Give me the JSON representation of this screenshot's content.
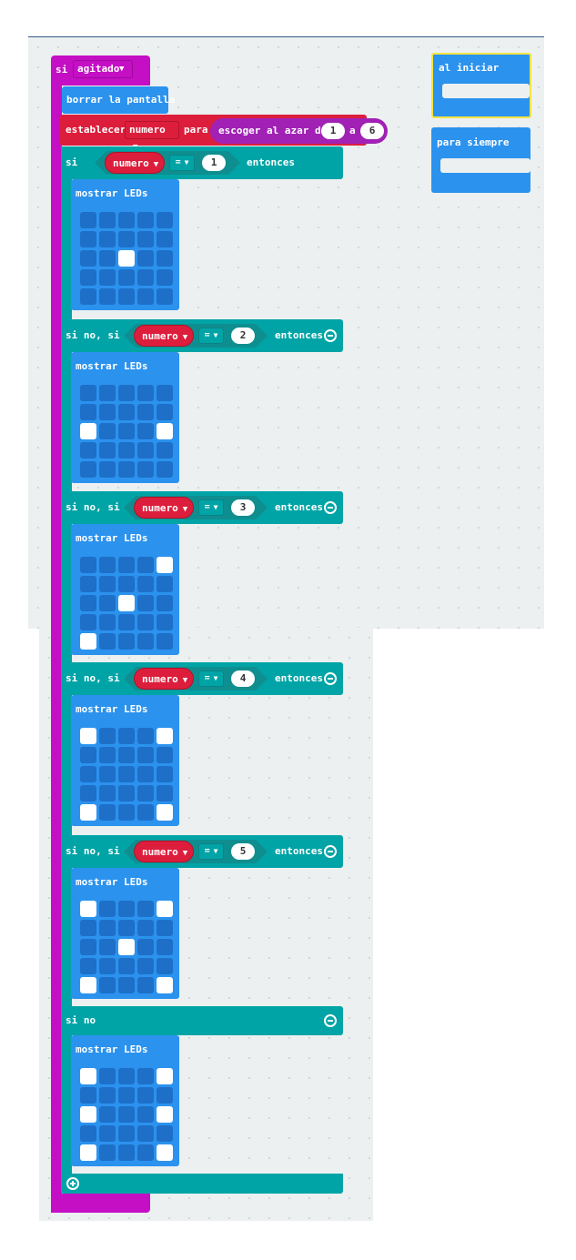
{
  "colors": {
    "input_category": "#c40fc4",
    "basic_category": "#2b92ee",
    "logic_category": "#00a4a6",
    "variables_category": "#dc1e3c",
    "math_category": "#a021b4",
    "workspace": "#ecf0f1",
    "led_on": "#ffffff",
    "led_off": "#1e6fc8"
  },
  "event": {
    "label": "si",
    "dropdown": "agitado"
  },
  "clear_screen": "borrar la pantalla",
  "set_var": {
    "label": "establecer",
    "variable": "numero",
    "to": "para",
    "random_label": "escoger al azar de",
    "from": "1",
    "and_label": "a",
    "to_value": "6"
  },
  "show_leds_label": "mostrar LEDs",
  "conditional": {
    "if_label": "si",
    "elseif_label": "si no, si",
    "else_label": "si no",
    "then_label": "entonces",
    "variable": "numero",
    "operator": "=",
    "branches": [
      {
        "value": "1",
        "leds": [
          0,
          0,
          0,
          0,
          0,
          0,
          0,
          0,
          0,
          0,
          0,
          0,
          1,
          0,
          0,
          0,
          0,
          0,
          0,
          0,
          0,
          0,
          0,
          0,
          0
        ]
      },
      {
        "value": "2",
        "leds": [
          0,
          0,
          0,
          0,
          0,
          0,
          0,
          0,
          0,
          0,
          1,
          0,
          0,
          0,
          1,
          0,
          0,
          0,
          0,
          0,
          0,
          0,
          0,
          0,
          0
        ]
      },
      {
        "value": "3",
        "leds": [
          0,
          0,
          0,
          0,
          1,
          0,
          0,
          0,
          0,
          0,
          0,
          0,
          1,
          0,
          0,
          0,
          0,
          0,
          0,
          0,
          1,
          0,
          0,
          0,
          0
        ]
      },
      {
        "value": "4",
        "leds": [
          1,
          0,
          0,
          0,
          1,
          0,
          0,
          0,
          0,
          0,
          0,
          0,
          0,
          0,
          0,
          0,
          0,
          0,
          0,
          0,
          1,
          0,
          0,
          0,
          1
        ]
      },
      {
        "value": "5",
        "leds": [
          1,
          0,
          0,
          0,
          1,
          0,
          0,
          0,
          0,
          0,
          0,
          0,
          1,
          0,
          0,
          0,
          0,
          0,
          0,
          0,
          1,
          0,
          0,
          0,
          1
        ]
      }
    ],
    "else_leds": [
      1,
      0,
      0,
      0,
      1,
      0,
      0,
      0,
      0,
      0,
      1,
      0,
      0,
      0,
      1,
      0,
      0,
      0,
      0,
      0,
      1,
      0,
      0,
      0,
      1
    ]
  },
  "on_start": "al iniciar",
  "forever": "para siempre"
}
